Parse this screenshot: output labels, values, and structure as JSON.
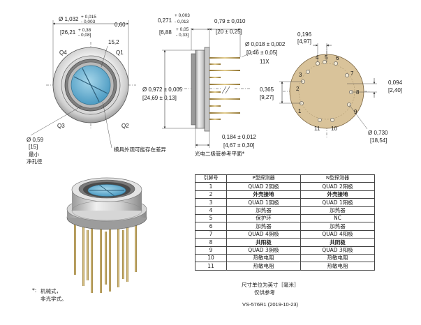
{
  "front_view": {
    "dia_outer": "Ø 1,032",
    "dia_outer_tol_plus": "+ 0,015",
    "dia_outer_tol_minus": "- 0,003",
    "dia_outer_mm": "[26,21",
    "dia_outer_mm_tol_plus": "+ 0,38",
    "dia_outer_mm_tol_minus": "- 0,08]",
    "dim_060": "0,60",
    "dim_152": "15,2",
    "q4": "Q4",
    "q1": "Q1",
    "q3": "Q3",
    "q2": "Q2",
    "aperture_dia": "Ø 0,59",
    "aperture_mm": "[15]",
    "aperture_label_1": "最小",
    "aperture_label_2": "净孔径",
    "mold_note": "模具外观可能存在差异"
  },
  "side_view": {
    "dim_0271": "0,271",
    "dim_0271_plus": "+ 0,003",
    "dim_0271_minus": "- 0,013",
    "dim_0271_mm": "[6,88",
    "dim_0271_mm_plus": "+ 0,05",
    "dim_0271_mm_minus": "- 0,33]",
    "dim_079": "0,79 ± 0,010",
    "dim_079_mm": "[20 ± 0,25]",
    "pin_dia": "Ø 0,018 ± 0,002",
    "pin_dia_mm": "[0,46 ± 0,05]",
    "pin_count": "11X",
    "body_dia": "Ø 0,972 ± 0,005",
    "body_dia_mm": "[24,69 ± 0,13]",
    "dim_0184": "0,184 ± 0,012",
    "dim_0184_mm": "[4,67 ± 0,30]",
    "ref_plane": "光电二极管参考平面*"
  },
  "bottom_view": {
    "dim_0196": "0,196",
    "dim_0196_mm": "[4,97]",
    "dim_0365": "0,365",
    "dim_0365_mm": "[9,27]",
    "dim_0094": "0,094",
    "dim_0094_mm": "[2,40]",
    "dim_0730": "Ø 0,730",
    "dim_0730_mm": "[18,54]",
    "pins": [
      "1",
      "2",
      "3",
      "4",
      "5",
      "6",
      "7",
      "8",
      "9",
      "10",
      "11"
    ]
  },
  "pin_table": {
    "headers": [
      "引脚号",
      "P型探测器",
      "N型探测器"
    ],
    "rows": [
      [
        "1",
        "QUAD 2阴极",
        "QUAD 2阳极"
      ],
      [
        "2",
        "外壳接地",
        "外壳接地"
      ],
      [
        "3",
        "QUAD 1阴极",
        "QUAD 1阳极"
      ],
      [
        "4",
        "加热器",
        "加热器"
      ],
      [
        "5",
        "保护环",
        "NC"
      ],
      [
        "6",
        "加热器",
        "加热器"
      ],
      [
        "7",
        "QUAD 4阴极",
        "QUAD 4阳极"
      ],
      [
        "8",
        "共阳极",
        "共阴极"
      ],
      [
        "9",
        "QUAD 3阴极",
        "QUAD 3阳极"
      ],
      [
        "10",
        "热敏电阻",
        "热敏电阻"
      ],
      [
        "11",
        "热敏电阻",
        "热敏电阻"
      ]
    ]
  },
  "notes": {
    "units_line1": "尺寸单位为英寸［毫米］",
    "units_line2": "仅供参考",
    "doc_id": "VS-576R1 (2019-10-23)",
    "footnote_mark": "*:",
    "footnote_line1": "机械式，",
    "footnote_line2": "非光学式。"
  },
  "colors": {
    "detector_blue": "#6fb3d2",
    "header_board": "#d9c39a",
    "metal_light": "#dcdcdc",
    "metal_dark": "#8c8c8c",
    "pin_gold": "#b89a55"
  }
}
